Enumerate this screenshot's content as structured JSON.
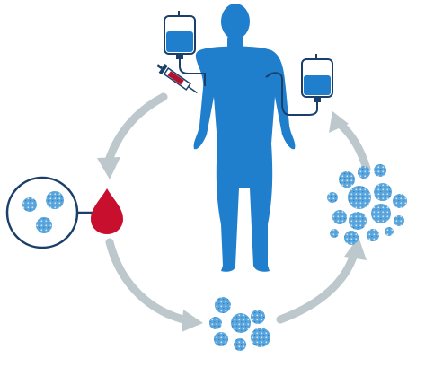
{
  "colors": {
    "body_blue": "#1f7fcc",
    "outline_navy": "#1b3f6b",
    "cell_blue": "#5aa6dc",
    "cell_light": "#a8d3f0",
    "arrow_gray": "#bcc8cc",
    "blood_red": "#c8102e",
    "syringe_red": "#b3122b",
    "bag_fill": "#1f7fcc",
    "background": "#ffffff"
  },
  "diagram": {
    "type": "cell-therapy-cycle",
    "stages": [
      {
        "id": "blood-draw",
        "icon": "syringe-icon"
      },
      {
        "id": "cell-sample",
        "icon": "magnifier-circle-icon"
      },
      {
        "id": "cell-culture",
        "icon": "cell-cluster-icon"
      },
      {
        "id": "cell-expansion",
        "icon": "cell-cluster-large-icon"
      },
      {
        "id": "reinfusion",
        "icon": "iv-bag-icon"
      }
    ]
  }
}
